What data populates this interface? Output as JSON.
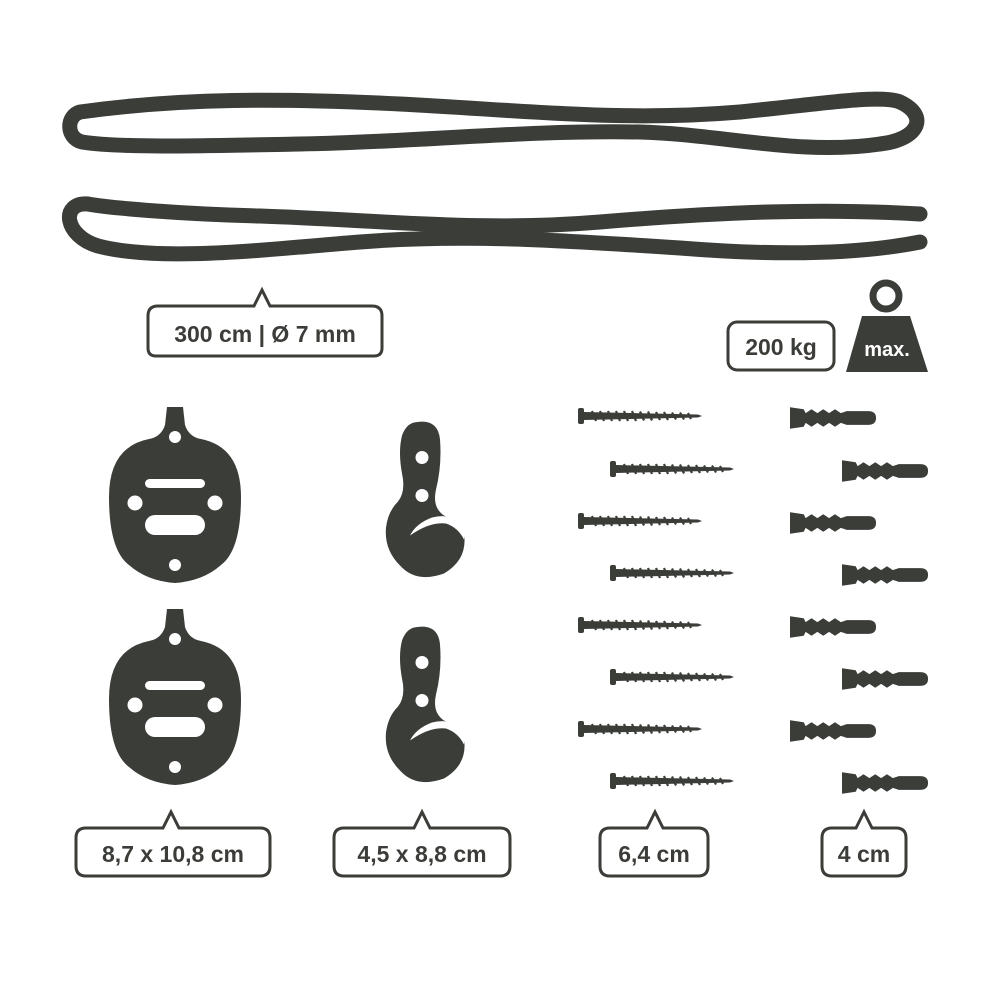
{
  "colors": {
    "ink": "#3b3d39",
    "background": "#ffffff"
  },
  "rope": {
    "label": "300 cm | Ø 7 mm"
  },
  "weight": {
    "label": "200 kg",
    "badge": "max.",
    "icon": "weight-icon"
  },
  "plates": {
    "label": "8,7 x 10,8 cm",
    "count": 2,
    "icon": "mounting-plate-icon"
  },
  "hooks": {
    "label": "4,5 x 8,8 cm",
    "count": 2,
    "icon": "hook-icon"
  },
  "screws": {
    "label": "6,4 cm",
    "count": 8,
    "icon": "screw-icon"
  },
  "dowels": {
    "label": "4 cm",
    "count": 8,
    "icon": "wall-plug-icon"
  }
}
